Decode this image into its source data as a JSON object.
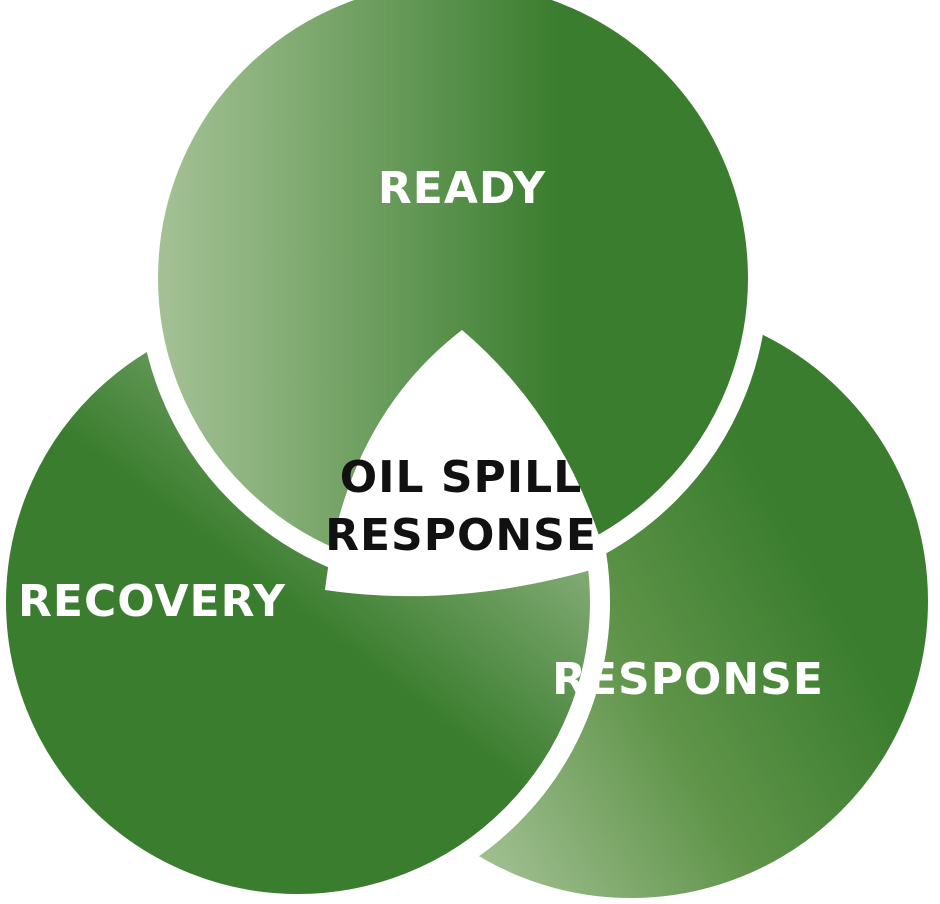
{
  "diagram": {
    "center_line1": "OIL SPILL",
    "center_line2": "RESPONSE",
    "ready": "READY",
    "response": "RESPONSE",
    "recovery": "RECOVERY"
  },
  "colors": {
    "green_dark": "#3a7d2e",
    "green_light": "#a8c49a",
    "gap": "#ffffff",
    "center_text": "#111111",
    "petal_text": "#ffffff"
  }
}
